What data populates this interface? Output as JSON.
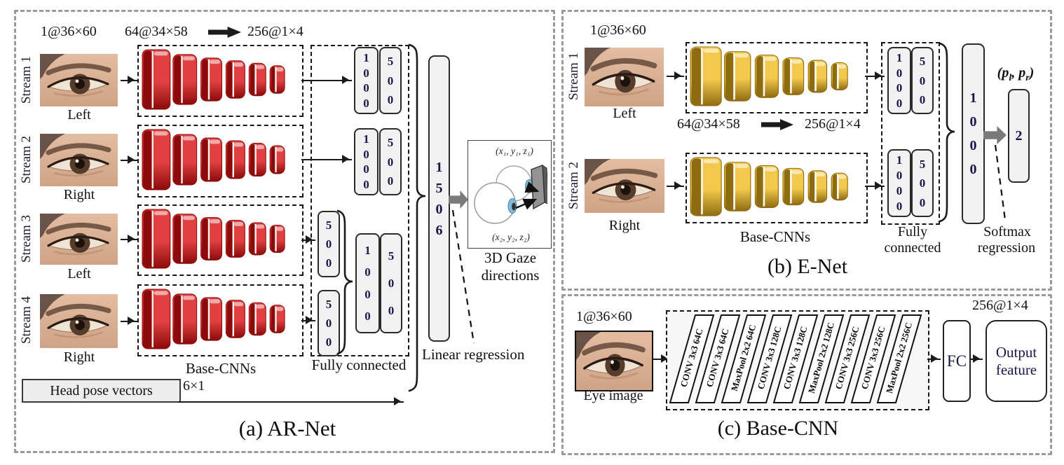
{
  "colors": {
    "red_front": "#e04040",
    "red_dark": "#8c0a0a",
    "yellow_front": "#f2c94c",
    "yellow_dark": "#8f6b10",
    "arrow_gray": "#7a7a7a",
    "arrow_black": "#1b1b1b",
    "panel_border": "#9a9a9a",
    "digit_text": "#181848"
  },
  "panel_a": {
    "caption": "(a) AR-Net",
    "dims": {
      "input": "1@36×60",
      "conv": "64@34×58",
      "out": "256@1×4"
    },
    "streams": [
      {
        "label": "Stream 1",
        "eye": "Left"
      },
      {
        "label": "Stream 2",
        "eye": "Right"
      },
      {
        "label": "Stream 3",
        "eye": "Left"
      },
      {
        "label": "Stream 4",
        "eye": "Right"
      }
    ],
    "base_cnns": "Base-CNNs",
    "fully_connected": "Fully connected",
    "fc_values": {
      "s1_a": "1000",
      "s1_b": "500",
      "s2_a": "1000",
      "s2_b": "500",
      "s3": "500",
      "s4": "500",
      "merge_a": "1000",
      "merge_b": "500"
    },
    "concat": "1506",
    "head_pose": {
      "label": "Head pose vectors",
      "dims": "6×1"
    },
    "linear_regression": "Linear regression",
    "gaze": {
      "coord_top": "(x₁, y₁, z₁)",
      "coord_bottom": "(x₂, y₂, z₂)",
      "label1": "3D Gaze",
      "label2": "directions"
    }
  },
  "panel_b": {
    "caption": "(b) E-Net",
    "dims": {
      "input": "1@36×60",
      "conv": "64@34×58",
      "out": "256@1×4"
    },
    "streams": [
      {
        "label": "Stream 1",
        "eye": "Left"
      },
      {
        "label": "Stream 2",
        "eye": "Right"
      }
    ],
    "base_cnns": "Base-CNNs",
    "fc_values": {
      "s1_a": "1000",
      "s1_b": "500",
      "s2_a": "1000",
      "s2_b": "500"
    },
    "concat": "1000",
    "output": "2",
    "prob": {
      "open": "(p",
      "sub1": "l",
      "mid": ", p",
      "sub2": "r",
      "close": ")"
    },
    "fully_connected1": "Fully",
    "fully_connected2": "connected",
    "softmax1": "Softmax",
    "softmax2": "regression"
  },
  "panel_c": {
    "caption": "(c) Base-CNN",
    "dims": {
      "input": "1@36×60",
      "out": "256@1×4"
    },
    "eye_label": "Eye image",
    "layers": [
      "CONV 3x3 64C",
      "CONV 3x3 64C",
      "MaxPool 2x2 64C",
      "CONV 3x3 128C",
      "CONV 3x3 128C",
      "MaxPool 2x2 128C",
      "CONV 3x3 256C",
      "CONV 3x3 256C",
      "MaxPool 2x2 256C"
    ],
    "fc": "FC",
    "output1": "Output",
    "output2": "feature"
  }
}
